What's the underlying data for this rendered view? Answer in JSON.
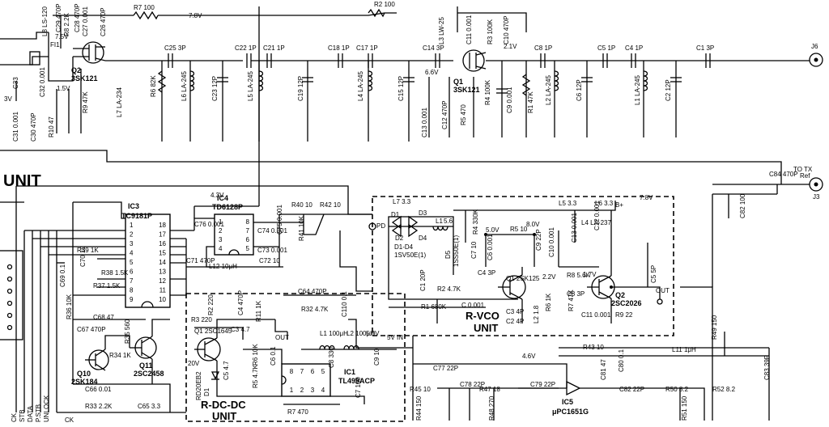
{
  "units": {
    "left_unit": "UNIT",
    "r_vco": "R-VCO\nUNIT",
    "r_vco_l1": "R-VCO",
    "r_vco_l2": "UNIT",
    "r_dcdc_l1": "R-DC-DC",
    "r_dcdc_l2": "UNIT"
  },
  "voltages": {
    "v78_top": "7.8V",
    "v75": "7.5V",
    "v15": "1.5V",
    "v3": "3V",
    "v21": "2.1V",
    "v66": "6.6V",
    "v43": "4.3V",
    "v78_vco": "7.8V",
    "v50_vco": "5.0V",
    "v80": "8.0V",
    "v17": "1.7V",
    "v22": "2.2V",
    "v20": "20V",
    "v50_dc": "5.0V",
    "v46": "4.6V"
  },
  "top_components": [
    {
      "id": "R7",
      "val": "100"
    },
    {
      "id": "R2",
      "val": "100"
    },
    {
      "id": "C25",
      "val": "3P"
    },
    {
      "id": "C22",
      "val": "1P"
    },
    {
      "id": "C21",
      "val": "1P"
    },
    {
      "id": "C18",
      "val": "1P"
    },
    {
      "id": "C17",
      "val": "1P"
    },
    {
      "id": "C14",
      "val": "3P"
    },
    {
      "id": "C8",
      "val": "1P"
    },
    {
      "id": "C5",
      "val": "1P"
    },
    {
      "id": "C4",
      "val": "1P"
    },
    {
      "id": "C1",
      "val": "3P"
    }
  ],
  "top_parts": {
    "q2": "Q2",
    "q2_type": "3SK121",
    "q1": "Q1",
    "q1_type": "3SK121",
    "fi1": "FI1",
    "r6": "R6 82K",
    "r9": "R9 47K",
    "l7": "L7 LA-234",
    "l6": "L6 LA-245",
    "c23": "C23 12P",
    "l5": "L5 LA-245",
    "c19": "C19 12P",
    "l4": "L4 LA-245",
    "c15": "C15 12P",
    "l3": "L3 LW-25",
    "c11": "C11 0.001",
    "r3": "R3 100K",
    "c10": "C10 470P",
    "r4": "R4 100K",
    "c9": "C9 0.001",
    "r1": "R1 47K",
    "l2": "L2 LA-245",
    "c6": "C6 12P",
    "l1": "L1 LA-245",
    "c2": "C2 12P",
    "c13": "C13 0.001",
    "c12": "C12 470P",
    "r5": "R5 470",
    "l8": "L8 LS-120",
    "r8": "R8 2.2K",
    "c29": "C29 470P",
    "c28": "C28 470P",
    "c27": "C27 0.001",
    "c26": "C26 470P",
    "c31": "C31 0.001",
    "c30": "C30 470P",
    "r10": "R10 47",
    "c32": "C32 0.001",
    "c33": "C33",
    "j6": "J6"
  },
  "tx": {
    "to_tx": "TO TX",
    "ref": "Ref",
    "j3": "J3",
    "c84": "C84 470P"
  },
  "ic": {
    "ic3": "IC3",
    "ic3_type": "TC9181P",
    "ic4": "IC4",
    "ic4_type": "TD6128P",
    "ic1": "IC1",
    "ic1_type": "TL499ACP",
    "ic5": "IC5",
    "ic5_type": "μPC1651G"
  },
  "ic3_pins_left": [
    "1",
    "2",
    "3",
    "4",
    "5",
    "6",
    "7",
    "8",
    "9"
  ],
  "ic3_pins_right": [
    "18",
    "17",
    "16",
    "15",
    "14",
    "13",
    "12",
    "11",
    "10"
  ],
  "ic4_pins_left": [
    "1",
    "2",
    "3",
    "4"
  ],
  "ic4_pins_right": [
    "8",
    "7",
    "6",
    "5"
  ],
  "ic1_pins_top": [
    "8",
    "7",
    "6",
    "5"
  ],
  "ic1_pins_bottom": [
    "1",
    "2",
    "3",
    "4"
  ],
  "mid_parts": {
    "r39": "R39 1K",
    "c70": "C70 10",
    "r38": "R38 1.5K",
    "r37": "R37 1.5K",
    "c69": "C69 0.1",
    "r36": "R36 10K",
    "c68": "C68 47",
    "c67": "C67 470P",
    "r35": "R35 560",
    "r34": "R34 1K",
    "q10": "Q10",
    "q10_type": "2SK184",
    "q11": "Q11",
    "q11_type": "2SC2458",
    "c66": "C66 0.01",
    "r33": "R33 2.2K",
    "c65": "C65 3.3",
    "c76": "C76 0.001",
    "c71": "C71 470P",
    "l12": "L12 10μH",
    "c72": "C72 10",
    "c74": "C74 0.001",
    "c73": "C73 0.001",
    "c75": "C75 0.001",
    "r40": "R40 10",
    "r42": "R42 10",
    "r41": "R41 10K",
    "pd": "PD",
    "c64": "C64 470P",
    "r32": "R32 4.7K",
    "r31": "R31 1K",
    "c110": "C110 0.1",
    "c82": "C82 100",
    "c83": "C83 39P",
    "r49": "R49 150",
    "r43": "R43 10",
    "l11": "L11 1μH",
    "c81": "C81 47",
    "c80": "C80 0.1",
    "c77": "C77 22P",
    "c78": "C78 22P",
    "r45": "R45 10",
    "r44": "R44 150",
    "r47": "R47 18",
    "r48": "R48 270",
    "c79": "C79 22P",
    "c82b": "C82 22P",
    "r50": "R50 8.2",
    "r52": "R52 8.2",
    "r51": "R51 150",
    "ck": "CK",
    "stb": "STB",
    "data": "DATA",
    "pstb": "P.STB",
    "unlock": "UNLOCK",
    "ck2": "CK"
  },
  "vco_parts": {
    "l7": "L7 3.3",
    "d1": "D1",
    "d2": "D2",
    "d3": "D3",
    "d4": "D4",
    "d1d4": "D1-D4",
    "d1d4_type": "1SV50E(1)",
    "l1": "L1",
    "l1_val": "5.6",
    "d5": "D5",
    "d5_type": "1SS50E(1)",
    "r4": "R4 330K",
    "c7": "C7 10",
    "c6": "C6 0.001",
    "r5": "R5 10",
    "c9": "C9 22P",
    "c10": "C10 0.001",
    "l4": "L4 LA-237",
    "l5": "L5 3.3",
    "l6": "L6 3.3",
    "c12": "C12 0.001",
    "c13": "C13 0.001",
    "bplus": "B+",
    "r8": "R8 5.6K",
    "c8": "C8 3P",
    "c5": "C5 5P",
    "out": "OUT",
    "c1": "C1 20P",
    "r2": "R2 4.7K",
    "c4": "C4 3P",
    "r1": "R1 680K",
    "c3": "C3 4P",
    "c2": "C2 4P",
    "l2": "L2 1.8",
    "r6": "R6 1K",
    "c11": "C11 0.001",
    "r7": "R7 47K",
    "r9": "R9 22",
    "q1": "Q1 2SK125",
    "q2": "Q2",
    "q2_type": "2SC2026",
    "c_out": "C 0.001"
  },
  "dc_parts": {
    "q1": "Q1 2SC1645",
    "r3": "R3 220",
    "r2": "R2 220",
    "c4": "C4 470P",
    "c3": "C3 4.7",
    "r11": "R11 1K",
    "out": "OUT",
    "d1": "D1",
    "d1_type": "RD20EB2",
    "c5": "C5 4.7",
    "r6": "R6 10K",
    "r5": "R5 4.7K",
    "c6": "C6 0.1",
    "l1": "L1 100μH",
    "l2": "L2 100μH",
    "c8": "C8 330",
    "c9": "C9 10",
    "vin": "5V IN",
    "r7": "R7 470",
    "c7": "C7 100"
  }
}
